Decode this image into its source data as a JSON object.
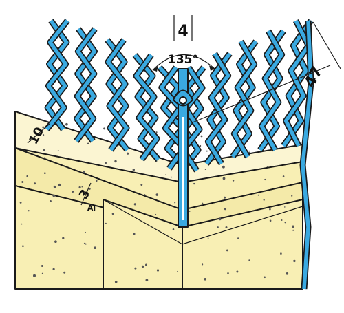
{
  "diagram": {
    "dimensions": {
      "profile_width": "4",
      "angle": "135°",
      "wing_length": "47",
      "plaster_thickness": "10",
      "base_coat": "3",
      "base_coat_note": "Al"
    },
    "colors": {
      "mesh_blue": "#3aa9e0",
      "plaster_top": "#fbf5d2",
      "plaster_face": "#f8efb4",
      "plaster_band": "#f4eaa9",
      "outline": "#1a1a1a"
    }
  }
}
